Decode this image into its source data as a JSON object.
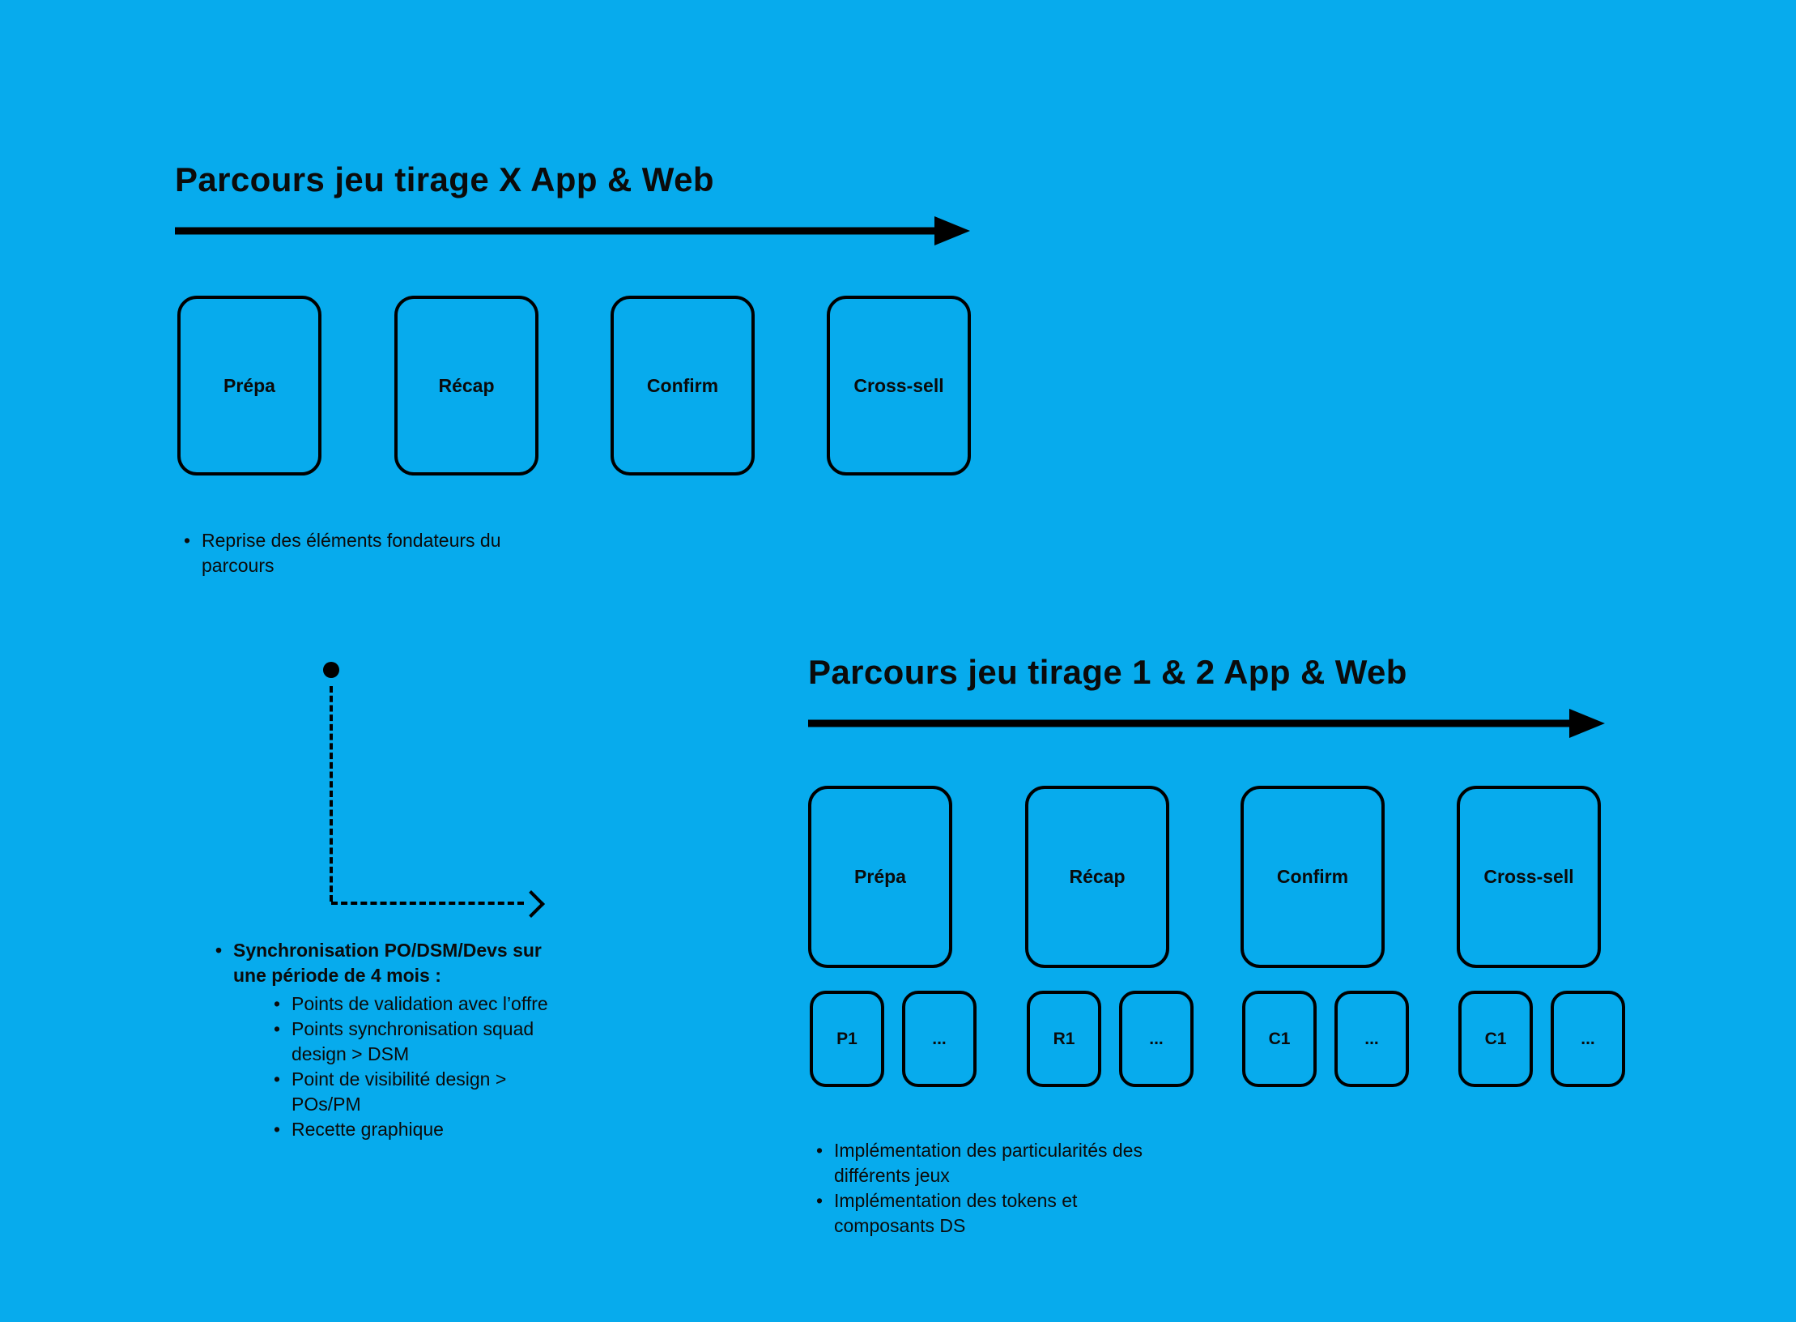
{
  "colors": {
    "background": "#07ABED",
    "foreground": "#0B0B0B"
  },
  "flow1": {
    "title": "Parcours jeu tirage X App & Web",
    "stages": [
      {
        "label": "Prépa"
      },
      {
        "label": "Récap"
      },
      {
        "label": "Confirm"
      },
      {
        "label": "Cross-sell"
      }
    ],
    "note": "Reprise des éléments fondateurs du parcours"
  },
  "sync": {
    "heading": "Synchronisation PO/DSM/Devs sur une période de 4 mois :",
    "items": [
      "Points de validation avec l’offre",
      "Points synchronisation squad design > DSM",
      "Point de visibilité design > POs/PM",
      "Recette graphique"
    ]
  },
  "flow2": {
    "title": "Parcours jeu tirage 1 & 2 App & Web",
    "stages": [
      {
        "label": "Prépa",
        "sub": [
          "P1",
          "..."
        ]
      },
      {
        "label": "Récap",
        "sub": [
          "R1",
          "..."
        ]
      },
      {
        "label": "Confirm",
        "sub": [
          "C1",
          "..."
        ]
      },
      {
        "label": "Cross-sell",
        "sub": [
          "C1",
          "..."
        ]
      }
    ],
    "notes": [
      "Implémentation des particularités des différents jeux",
      "Implémentation des tokens et composants DS"
    ]
  }
}
